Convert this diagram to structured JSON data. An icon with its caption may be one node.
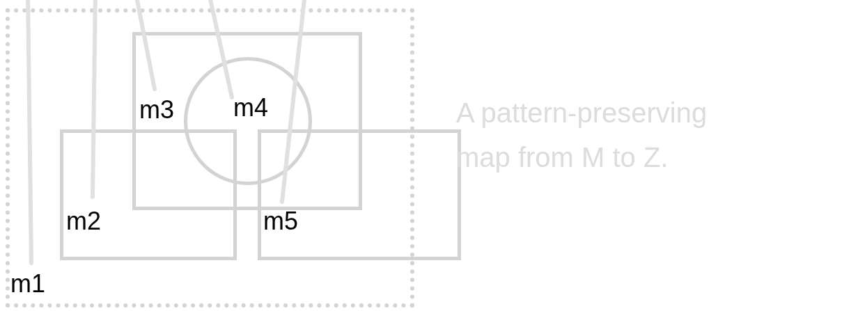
{
  "diagram": {
    "nodes": [
      {
        "text": [
          "m1"
        ]
      },
      {
        "text": [
          "m2"
        ],
        "in": 0
      },
      {
        "text": [
          "m3"
        ],
        "in": 0
      },
      {
        "text": [
          "m4"
        ],
        "in": 2
      },
      {
        "text": [
          "m5"
        ]
      }
    ],
    "edges": [
      {
        "from": 0,
        "to": null,
        "arrow": "none"
      },
      {
        "from": 1,
        "to": null,
        "arrow": "none"
      },
      {
        "from": 2,
        "to": null,
        "arrow": "none"
      },
      {
        "from": 3,
        "to": null,
        "arrow": "none"
      },
      {
        "from": 4,
        "to": null,
        "arrow": "none"
      }
    ],
    "labels": [
      "A pattern-preserving map from M to Z."
    ]
  }
}
